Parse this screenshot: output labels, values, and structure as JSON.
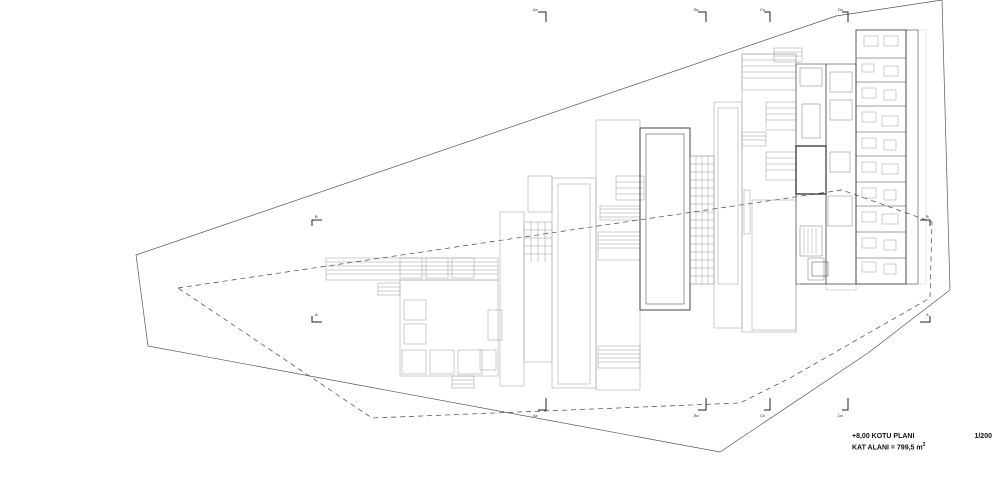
{
  "plan": {
    "title": "+8,00 KOTU PLANI",
    "scale": "1/200",
    "area_label": "KAT ALANI = 799,5 m",
    "area_unit_sup": "2"
  },
  "section_markers": {
    "top": [
      "Ax",
      "Bx",
      "Cx",
      "Dx"
    ],
    "bottom": [
      "Ax",
      "Bx",
      "Cx",
      "Dx"
    ],
    "sides": [
      "A",
      "A",
      "B",
      "B"
    ]
  },
  "colors": {
    "line": "#2b2b2b",
    "light_line": "#9a9a9a",
    "faint_line": "#c8c8c8",
    "background": "#ffffff"
  }
}
